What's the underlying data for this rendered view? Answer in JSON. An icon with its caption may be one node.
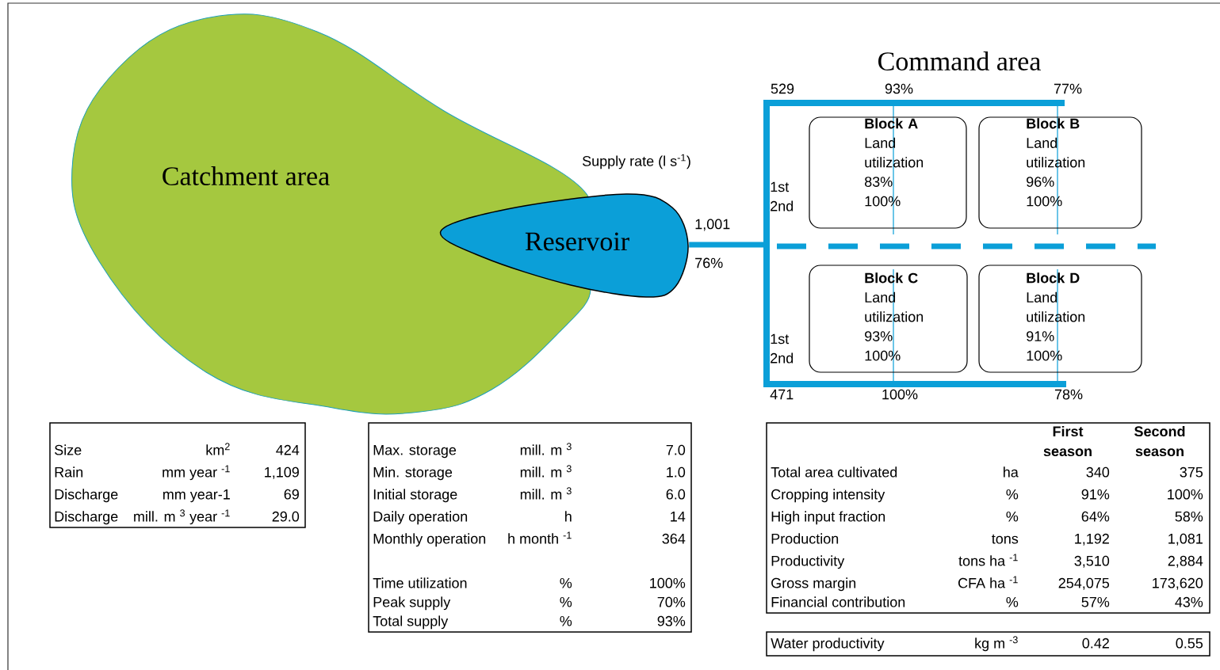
{
  "diagram": {
    "nodes": [
      {
        "text": [
          "Catchment area"
        ]
      },
      {
        "text": [
          "Reservoir"
        ]
      },
      {
        "text": [
          "Command area"
        ]
      },
      {
        "text": [
          "Block A",
          "Land utilization",
          "83%",
          "100%"
        ],
        "in": 2
      },
      {
        "text": [
          "Block B",
          "Land utilization",
          "96%",
          "100%"
        ],
        "in": 2
      },
      {
        "text": [
          "Block C",
          "Land utilization",
          "93%",
          "100%"
        ],
        "in": 2
      },
      {
        "text": [
          "Block D",
          "Land utilization",
          "91%",
          "100%"
        ],
        "in": 2
      }
    ],
    "edges": [
      {
        "from": 1,
        "to": 2,
        "arrow": "none"
      }
    ],
    "labels": [
      "Supply rate (l s$^{-1}$)",
      "529",
      "93%",
      "77%",
      "1st",
      "2nd",
      "1,001",
      "76%",
      "1st",
      "2nd",
      "471",
      "100%",
      "78%",
      "Size",
      "km$^{2}$",
      "424",
      "Rain",
      "mm year $^{-1}$",
      "1,109",
      "Discharge",
      "mm year-1",
      "69",
      "Discharge",
      "mill. m $^{3}$ year $^{-1}$",
      "29.0",
      "Max. storage",
      "mill. m $^{3}$",
      "7.0",
      "Min. storage",
      "mill. m $^{3}$",
      "1.0",
      "Initial storage",
      "mill. m $^{3}$",
      "6.0",
      "Daily operation",
      "h",
      "14",
      "Monthly operation",
      "h month $^{-1}$",
      "364",
      "Time utilization",
      "%",
      "100%",
      "Peak supply",
      "%",
      "70%",
      "Total supply",
      "%",
      "93%",
      "First season",
      "Second season",
      "Total area cultivated",
      "ha",
      "340",
      "375",
      "Cropping intensity",
      "%",
      "91%",
      "100%",
      "High input fraction",
      "%",
      "64%",
      "58%",
      "Production",
      "tons",
      "1,192",
      "1,081",
      "Productivity",
      "tons ha $^{-1}$",
      "3,510",
      "2,884",
      "Gross margin",
      "CFA ha $^{-1}$",
      "254,075",
      "173,620",
      "Financial contribution",
      "%",
      "57%",
      "43%",
      "Water productivity",
      "kg m $^{-3}$",
      "0.42",
      "0.55"
    ]
  }
}
